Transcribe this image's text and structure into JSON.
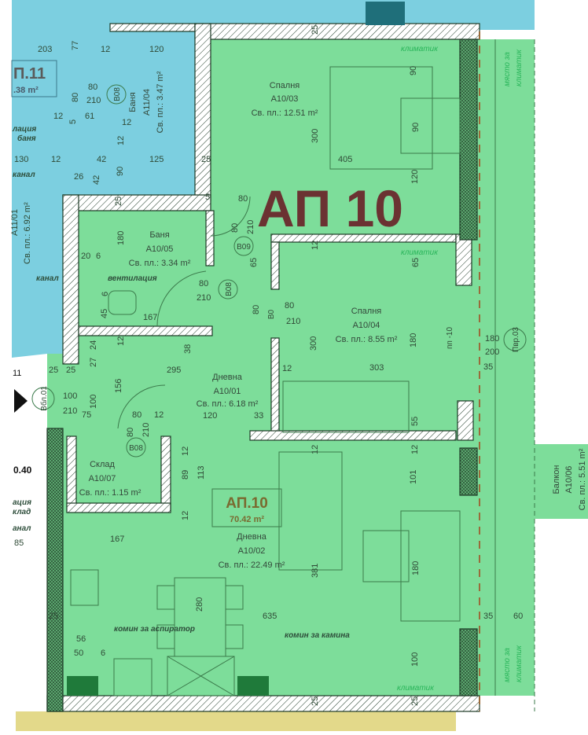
{
  "colors": {
    "apartment_10": "#7ddd9a",
    "apartment_11": "#7ccfe0",
    "big_label": "#6b3232",
    "area_label": "#7a6a30",
    "climate": "#29b55a",
    "facade_line": "#9a6b3a"
  },
  "apartment": {
    "big_label": "АП 10",
    "label": "АП.10",
    "area": "70.42 m²"
  },
  "neighbor": {
    "label": "П.11",
    "area": ".38 m²",
    "room_area": "Св. пл.: 6.92 m²",
    "room_code": "A11/01"
  },
  "rooms": [
    {
      "name": "Спалня",
      "code": "A10/03",
      "area": "Св. пл.: 12.51 m²"
    },
    {
      "name": "Баня",
      "code": "A11/04",
      "area": "Св. пл.: 3.47 m²"
    },
    {
      "name": "Баня",
      "code": "A10/05",
      "area": "Св. пл.: 3.34 m²"
    },
    {
      "name": "Спалня",
      "code": "A10/04",
      "area": "Св. пл.: 8.55 m²"
    },
    {
      "name": "Дневна",
      "code": "A10/01",
      "area": "Св. пл.: 6.18 m²"
    },
    {
      "name": "Склад",
      "code": "A10/07",
      "area": "Св. пл.: 1.15 m²"
    },
    {
      "name": "Дневна",
      "code": "A10/02",
      "area": "Св. пл.: 22.49 m²"
    },
    {
      "name": "Балкон",
      "code": "A10/06",
      "area": "Св. пл.: 5.51 m²"
    }
  ],
  "notes": {
    "ventilation": "вентилация",
    "channel": "канал",
    "vent_bath_1": "лация",
    "vent_bath_2": "баня",
    "channel2": "канал",
    "vent_store_1": "ация",
    "vent_store_2": "клад",
    "channel3": "анал",
    "hood_chimney": "комин за аспиратор",
    "fireplace_chimney": "комин за камина",
    "ac": "климатик",
    "ac_place_1": "място за",
    "ac_place_2": "климатик",
    "level": "0.40",
    "axis": "11"
  },
  "tags": {
    "b08_a": "B08",
    "b09": "B09",
    "b08_b": "B08",
    "b09_b": "B0",
    "b08_c": "B08",
    "entry": "Вбл.01",
    "window": "Пвр.03",
    "sill": "пп -10"
  },
  "dims": [
    "203",
    "77",
    "12",
    "120",
    "80",
    "210",
    "80",
    "12",
    "61",
    "5",
    "12",
    "12",
    "130",
    "12",
    "42",
    "125",
    "25",
    "90",
    "26",
    "42",
    "25",
    "5",
    "80",
    "80",
    "210",
    "180",
    "20",
    "6",
    "65",
    "80",
    "210",
    "6",
    "45",
    "167",
    "80",
    "80",
    "210",
    "24",
    "12",
    "38",
    "27",
    "295",
    "12",
    "25",
    "25",
    "156",
    "100",
    "210",
    "100",
    "75",
    "80",
    "12",
    "120",
    "33",
    "80",
    "210",
    "12",
    "89",
    "113",
    "12",
    "167",
    "280",
    "635",
    "56",
    "50",
    "6",
    "25",
    "85",
    "25",
    "90",
    "300",
    "90",
    "405",
    "120",
    "12",
    "65",
    "300",
    "180",
    "180",
    "200",
    "35",
    "303",
    "55",
    "12",
    "12",
    "101",
    "381",
    "180",
    "35",
    "60",
    "100",
    "25",
    "25"
  ]
}
